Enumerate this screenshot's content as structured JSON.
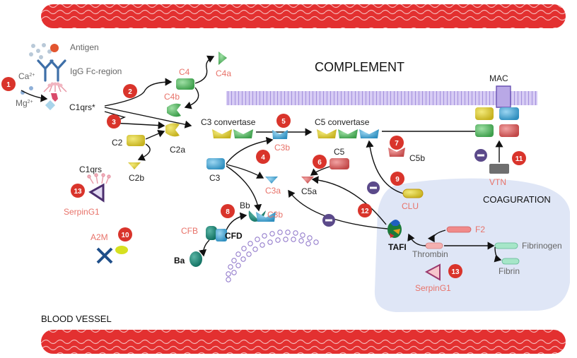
{
  "header": {
    "title": "COMPLEMENT"
  },
  "sections": {
    "coagulation": "COAGURATION",
    "vessel": "BLOOD VESSEL"
  },
  "labels": {
    "antigen": "Antigen",
    "igg": "IgG Fc-region",
    "ca": "Ca",
    "ca_sup": "2+",
    "mg": "Mg",
    "mg_sup": "2+",
    "c1qrs_star": "C1qrs*",
    "c4": "C4",
    "c4a": "C4a",
    "c4b": "C4b",
    "c2": "C2",
    "c2a": "C2a",
    "c2b": "C2b",
    "c1qrs": "C1qrs",
    "serping1_left": "SerpinG1",
    "a2m": "A2M",
    "c3_convertase": "C3 convertase",
    "c5_convertase": "C5 convertase",
    "c3": "C3",
    "c3b_top": "C3b",
    "c5": "C5",
    "c5b": "C5b",
    "c3a": "C3a",
    "c5a": "C5a",
    "bb": "Bb",
    "c3b_bottom": "C3b",
    "cfb": "CFB",
    "cfd": "CFD",
    "ba": "Ba",
    "mac": "MAC",
    "vtn": "VTN",
    "clu": "CLU",
    "tafi": "TAFI",
    "f2": "F2",
    "thrombin": "Thrombin",
    "fibrinogen": "Fibrinogen",
    "fibrin": "Fibrin",
    "serping1_right": "SerpinG1"
  },
  "badges": {
    "b1": "1",
    "b2": "2",
    "b3": "3",
    "b4": "4",
    "b5": "5",
    "b6": "6",
    "b7": "7",
    "b8": "8",
    "b9": "9",
    "b10": "10",
    "b11": "11",
    "b12": "12",
    "b13a": "13",
    "b13b": "13"
  },
  "colors": {
    "badge_red": "#d9342b",
    "inhibitor_purple": "#5b4a8a",
    "label_red": "#e8736a",
    "coag_bg": "#dfe6f6",
    "vessel_red": "#e02b2b",
    "membrane": "#b9a8e6"
  }
}
